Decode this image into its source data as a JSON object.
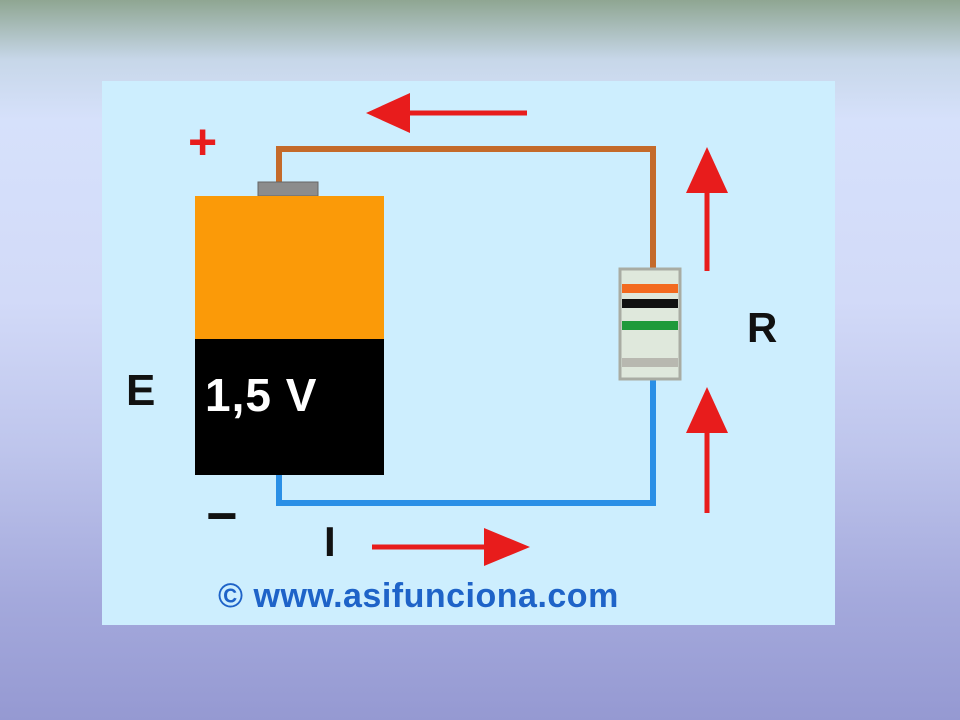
{
  "diagram": {
    "plus_symbol": "+",
    "minus_symbol": "−",
    "emf_label": "E",
    "voltage_label": "1,5 V",
    "resistor_label": "R",
    "current_label": "I",
    "copyright": "© www.asifunciona.com"
  },
  "colors": {
    "panel_background": "#cdeefe",
    "battery_top": "#fb9a08",
    "battery_bottom": "#000000",
    "wire_positive": "#c46a2a",
    "wire_negative": "#2a8fe6",
    "arrow": "#e81c1c",
    "copyright_text": "#1e63c8"
  },
  "resistor": {
    "band_colors": [
      "#f36a1f",
      "#111111",
      "#1e9a3a",
      "#b8b8b0"
    ]
  }
}
